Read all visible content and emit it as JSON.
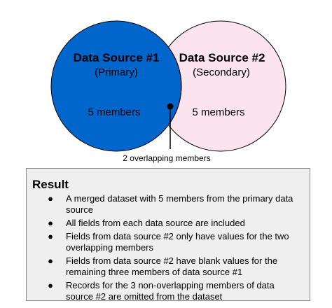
{
  "diagram": {
    "colors": {
      "primary_fill": "#0066cc",
      "secondary_fill": "#fce4ef",
      "outline": "#000000"
    },
    "primary": {
      "title": "Data Source #1",
      "subtitle": "(Primary)",
      "members": "5 members"
    },
    "secondary": {
      "title": "Data Source #2",
      "subtitle": "(Secondary)",
      "members": "5 members"
    },
    "overlap_label": "2 overlapping members"
  },
  "result": {
    "title": "Result",
    "box_color": "#efefef",
    "items": [
      "A merged dataset with 5 members from the primary data source",
      "All fields from each data source are included",
      "Fields from data source #2 only have values for the two overlapping members",
      "Fields from data source #2 have blank values for the remaining three members of data source #1",
      "Records for the 3 non-overlapping members of data source #2 are omitted from the dataset"
    ]
  }
}
